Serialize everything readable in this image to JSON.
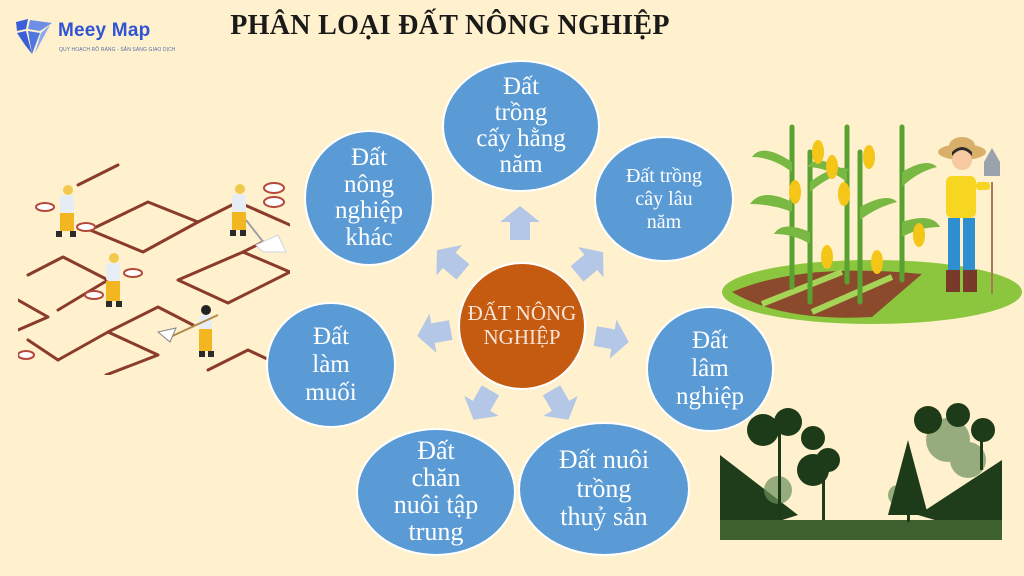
{
  "logo": {
    "name": "Meey Map",
    "tagline": "QUY HOẠCH RÕ RÀNG - SẴN SÀNG GIAO DỊCH",
    "color": "#2f55d4"
  },
  "title": "PHÂN LOẠI ĐẤT NÔNG NGHIỆP",
  "colors": {
    "background": "#fff1cd",
    "bubble": "#5b9bd5",
    "center": "#c55a11",
    "arrow": "#b4c7e7"
  },
  "center": {
    "lines": [
      "ĐẤT",
      "NÔNG",
      "NGHIỆP"
    ]
  },
  "categories": [
    {
      "id": "annual-crops",
      "lines": [
        "Đất",
        "trồng",
        "cấy hằng",
        "năm"
      ]
    },
    {
      "id": "perennial-crops",
      "lines": [
        "Đất trồng",
        "cây lâu",
        "năm"
      ]
    },
    {
      "id": "forestry",
      "lines": [
        "Đất",
        "lâm",
        "nghiệp"
      ]
    },
    {
      "id": "aquaculture",
      "lines": [
        "Đất nuôi",
        "trồng",
        "thuỷ sản"
      ]
    },
    {
      "id": "livestock",
      "lines": [
        "Đất",
        "chăn",
        "nuôi tập",
        "trung"
      ]
    },
    {
      "id": "salt-making",
      "lines": [
        "Đất",
        "làm",
        "muối"
      ]
    },
    {
      "id": "other-agricultural",
      "lines": [
        "Đất",
        "nông",
        "nghiệp",
        "khác"
      ]
    }
  ],
  "illustrations": {
    "salt_fields": "salt-field-workers-illustration",
    "corn_farmer": "corn-farmer-illustration",
    "forest": "forest-hills-illustration"
  }
}
